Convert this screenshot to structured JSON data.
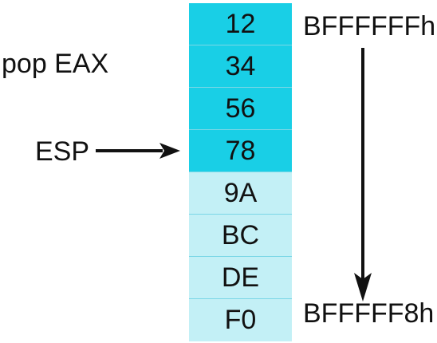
{
  "instruction": "pop EAX",
  "esp_label": "ESP",
  "stack_cells": [
    {
      "value": "12",
      "shade": "dark"
    },
    {
      "value": "34",
      "shade": "dark"
    },
    {
      "value": "56",
      "shade": "dark"
    },
    {
      "value": "78",
      "shade": "dark"
    },
    {
      "value": "9A",
      "shade": "light"
    },
    {
      "value": "BC",
      "shade": "light"
    },
    {
      "value": "DE",
      "shade": "light"
    },
    {
      "value": "F0",
      "shade": "light"
    }
  ],
  "addresses": {
    "top": "BFFFFFFh",
    "bottom": "BFFFFF8h"
  },
  "colors": {
    "dark_cell": "#19cfe6",
    "light_cell": "#c3f0f6",
    "arrow": "#111111"
  }
}
